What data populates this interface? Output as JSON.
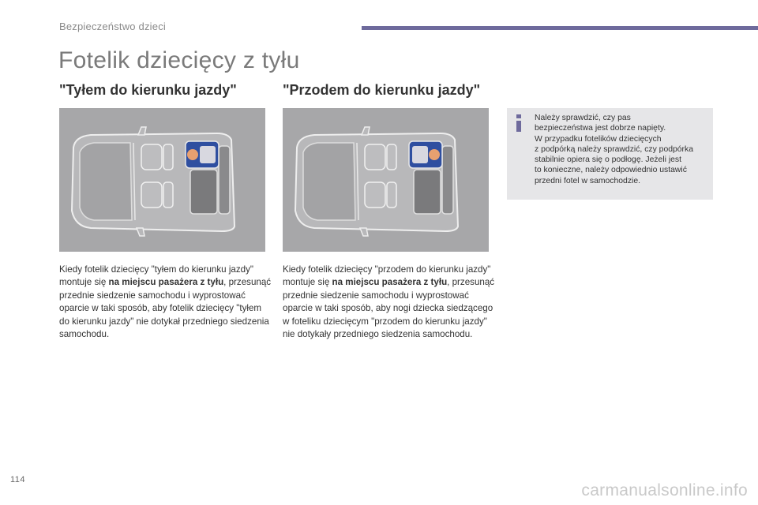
{
  "header": {
    "section_label": "Bezpieczeństwo dzieci",
    "bar_color": "#6e6a9c"
  },
  "title": "Fotelik dziecięcy z tyłu",
  "left": {
    "heading": "\"Tyłem do kierunku jazdy\"",
    "image_icon": "car-top-view-rear-facing-child-seat",
    "text_before": "Kiedy fotelik dziecięcy \"tyłem do kierunku jazdy\" montuje się ",
    "text_bold": "na miejscu pasażera z tyłu",
    "text_after": ", przesunąć przednie siedzenie samochodu i wyprostować oparcie w taki sposób, aby fotelik dziecięcy \"tyłem do kierunku jazdy\" nie dotykał przedniego siedzenia samochodu."
  },
  "right": {
    "heading": "\"Przodem do kierunku jazdy\"",
    "image_icon": "car-top-view-forward-facing-child-seat",
    "text_before": "Kiedy fotelik dziecięcy \"przodem do kierunku jazdy\" montuje się ",
    "text_bold": "na miejscu pasażera z tyłu",
    "text_after": ", przesunąć przednie siedzenie samochodu i wyprostować oparcie w taki sposób, aby nogi dziecka siedzącego w foteliku dziecięcym \"przodem do kierunku jazdy\" nie dotykały przedniego siedzenia samochodu."
  },
  "info": {
    "icon": "info-icon",
    "icon_color": "#6e6a9c",
    "lines": [
      "Należy sprawdzić, czy pas",
      "bezpieczeństwa jest dobrze napięty.",
      "W przypadku fotelików dziecięcych",
      "z podpórką należy sprawdzić, czy podpórka",
      "stabilnie opiera się o podłogę. Jeżeli jest",
      "to konieczne, należy odpowiednio ustawić",
      "przedni fotel w samochodzie."
    ]
  },
  "page_number": "114",
  "watermark": "carmanualsonline.info"
}
